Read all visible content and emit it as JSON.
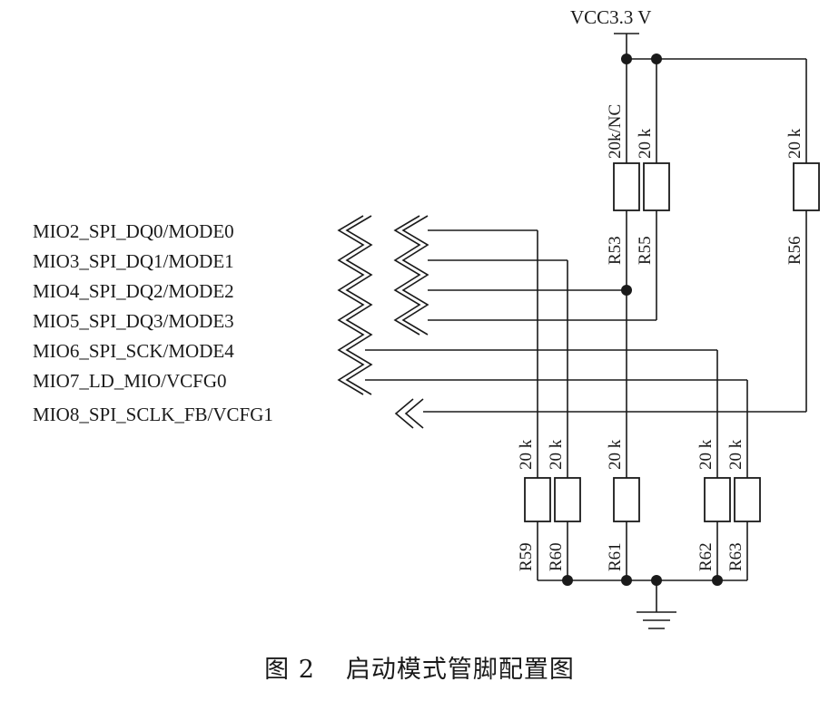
{
  "power": {
    "label": "VCC3.3 V"
  },
  "signals": [
    "MIO2_SPI_DQ0/MODE0",
    "MIO3_SPI_DQ1/MODE1",
    "MIO4_SPI_DQ2/MODE2",
    "MIO5_SPI_DQ3/MODE3",
    "MIO6_SPI_SCK/MODE4",
    "MIO7_LD_MIO/VCFG0",
    "MIO8_SPI_SCLK_FB/VCFG1"
  ],
  "pullups": [
    {
      "ref": "R53",
      "value": "20k/NC"
    },
    {
      "ref": "R55",
      "value": "20 k"
    },
    {
      "ref": "R56",
      "value": "20 k"
    }
  ],
  "pulldowns": [
    {
      "ref": "R59",
      "value": "20 k"
    },
    {
      "ref": "R60",
      "value": "20 k"
    },
    {
      "ref": "R61",
      "value": "20 k"
    },
    {
      "ref": "R62",
      "value": "20 k"
    },
    {
      "ref": "R63",
      "value": "20 k"
    }
  ],
  "caption": {
    "figure_no": "图 2",
    "title": "启动模式管脚配置图"
  }
}
